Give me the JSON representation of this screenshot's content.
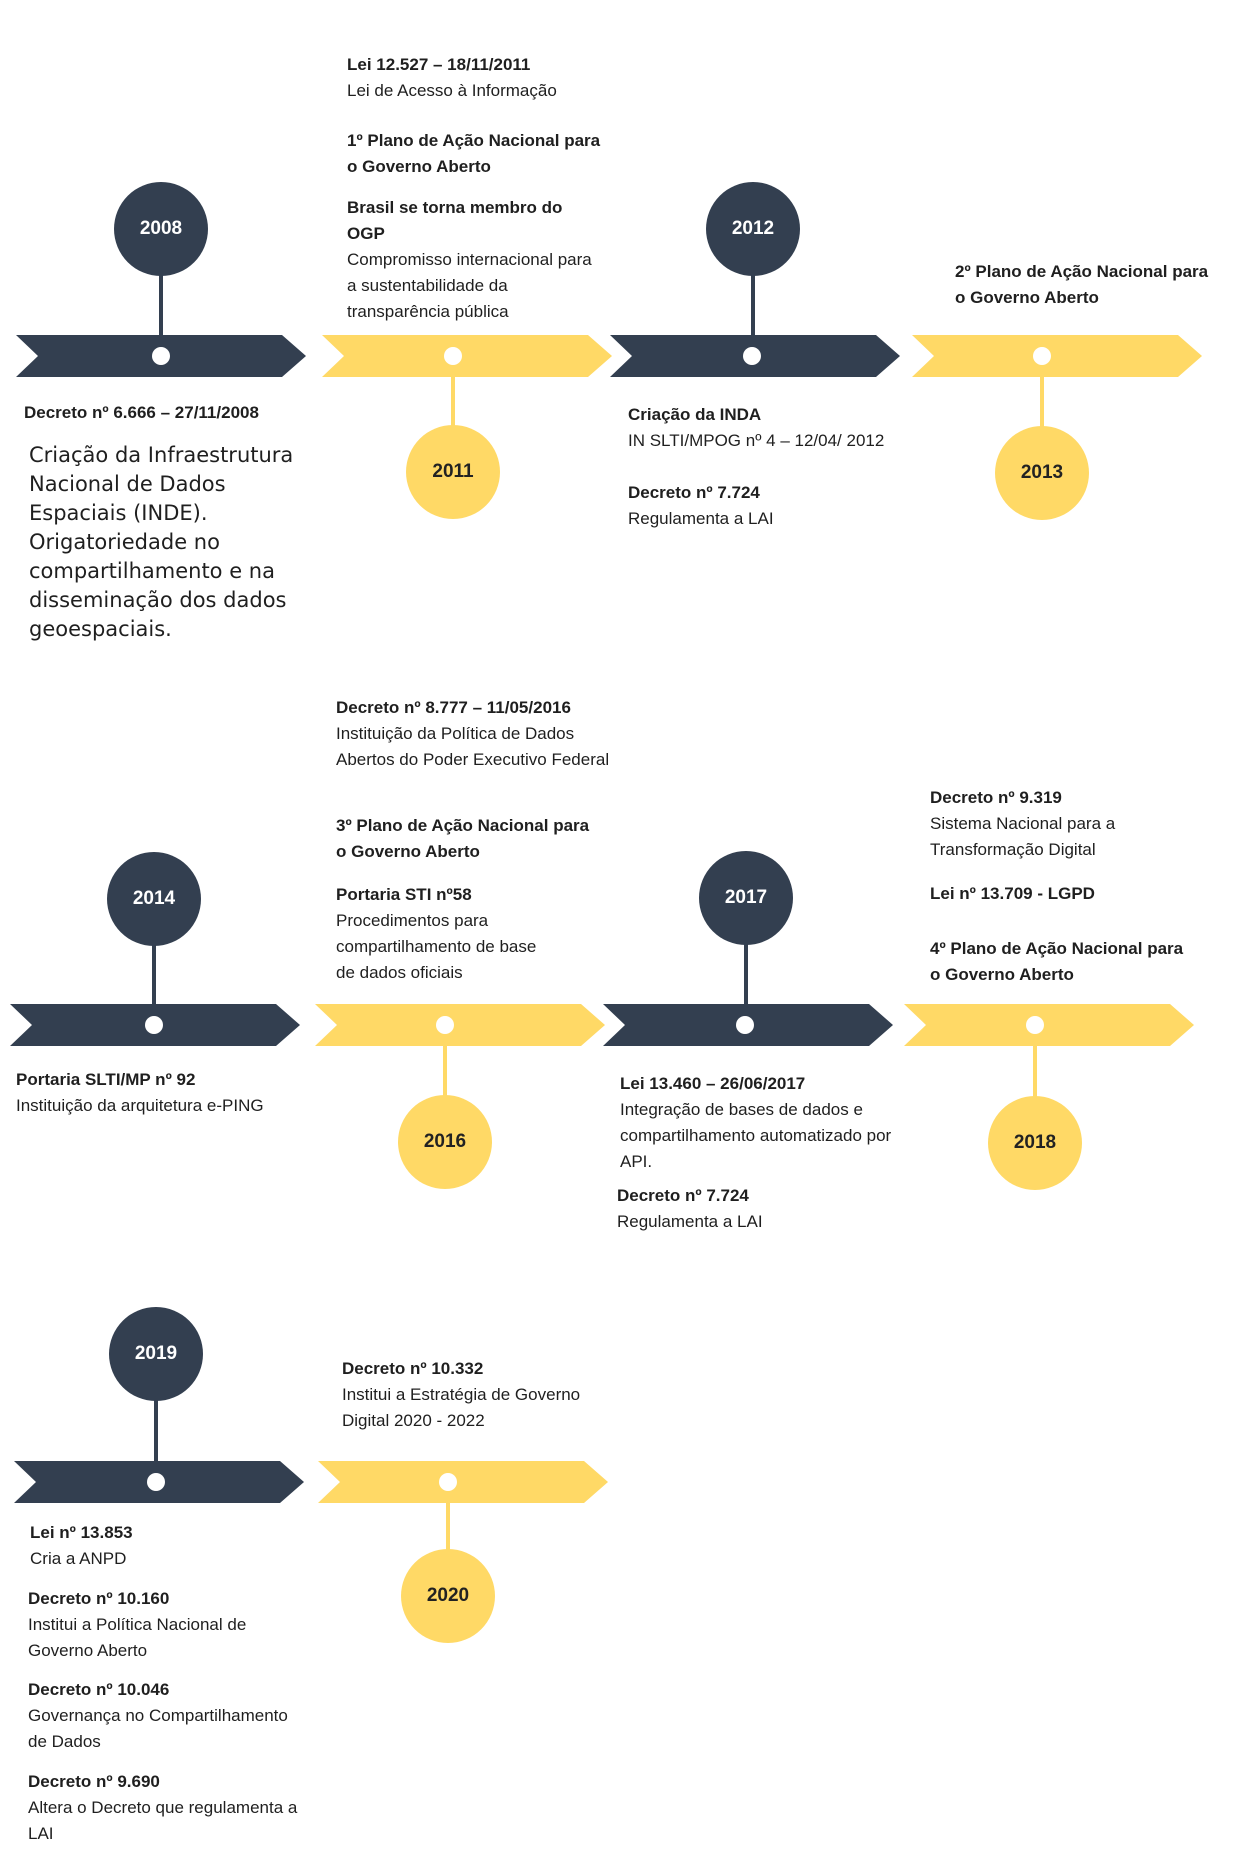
{
  "colors": {
    "dark": "#333f50",
    "yellow": "#ffd966",
    "dot": "#ffffff"
  },
  "years": [
    "2008",
    "2011",
    "2012",
    "2013",
    "2014",
    "2016",
    "2017",
    "2018",
    "2019",
    "2020"
  ],
  "entries": {
    "y2008_a": {
      "title": "Decreto nº 6.666 – 27/11/2008",
      "desc": ""
    },
    "y2008_b": {
      "title": "",
      "desc": "Criação da Infraestrutura Nacional de Dados Espaciais (INDE). Origatoriedade no compartilhamento e na disseminação dos dados geoespaciais."
    },
    "y2011_a": {
      "title": "Lei 12.527 – 18/11/2011",
      "desc": "Lei de Acesso à Informação"
    },
    "y2011_b": {
      "title": "1º Plano de Ação Nacional para o Governo Aberto",
      "desc": ""
    },
    "y2011_c": {
      "title": "Brasil se torna membro do OGP",
      "desc": "Compromisso internacional para a sustentabilidade da transparência pública"
    },
    "y2012_a": {
      "title": "Criação da INDA",
      "desc": "IN SLTI/MPOG nº 4 – 12/04/ 2012"
    },
    "y2012_b": {
      "title": "Decreto nº 7.724",
      "desc": "Regulamenta a LAI"
    },
    "y2013_a": {
      "title": "2º Plano de Ação Nacional para o Governo Aberto",
      "desc": ""
    },
    "y2014_a": {
      "title": "Portaria SLTI/MP nº 92",
      "desc": "Instituição da arquitetura e-PING"
    },
    "y2016_a": {
      "title": "Decreto nº 8.777 – 11/05/2016",
      "desc": "Instituição da Política de Dados Abertos do Poder Executivo Federal"
    },
    "y2016_b": {
      "title": "3º Plano de Ação Nacional para o Governo Aberto",
      "desc": ""
    },
    "y2016_c": {
      "title": "Portaria STI nº58",
      "desc": "Procedimentos para compartilhamento de base de dados oficiais"
    },
    "y2017_a": {
      "title": "Lei 13.460 – 26/06/2017",
      "desc": "Integração de bases de dados e compartilhamento automatizado por API."
    },
    "y2017_b": {
      "title": "Decreto nº 7.724",
      "desc": "Regulamenta a LAI"
    },
    "y2018_a": {
      "title": "Decreto nº 9.319",
      "desc": "Sistema Nacional para a Transformação Digital"
    },
    "y2018_b": {
      "title": "Lei nº 13.709 - LGPD",
      "desc": ""
    },
    "y2018_c": {
      "title": "4º Plano de Ação Nacional para o Governo Aberto",
      "desc": ""
    },
    "y2019_a": {
      "title": "Lei nº 13.853",
      "desc": "Cria a ANPD"
    },
    "y2019_b": {
      "title": "Decreto nº 10.160",
      "desc": "Institui a Política Nacional de Governo Aberto"
    },
    "y2019_c": {
      "title": "Decreto nº 10.046",
      "desc": "Governança no Compartilhamento de Dados"
    },
    "y2019_d": {
      "title": "Decreto nº 9.690",
      "desc": "Altera o Decreto que regulamenta a LAI"
    },
    "y2020_a": {
      "title": "Decreto nº 10.332",
      "desc": "Institui a Estratégia de Governo Digital 2020 - 2022"
    }
  }
}
